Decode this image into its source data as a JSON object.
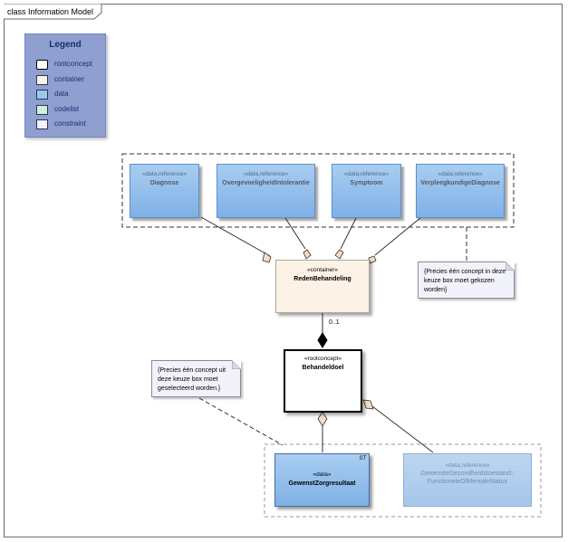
{
  "frame": {
    "title": "class Information Model"
  },
  "legend": {
    "title": "Legend",
    "items": [
      {
        "label": "rootconcept",
        "color": "#ffffff",
        "border": "#000000"
      },
      {
        "label": "container",
        "color": "#fdf2e6",
        "border": "#2c3552"
      },
      {
        "label": "data",
        "color": "#9cc6f0",
        "border": "#2c3552"
      },
      {
        "label": "codelist",
        "color": "#cfeedd",
        "border": "#2c3552"
      },
      {
        "label": "constraint",
        "color": "#f2f2fb",
        "border": "#2c3552"
      }
    ]
  },
  "classes": {
    "diagnose": {
      "stereotype": "«data,reference»",
      "name": "Diagnose"
    },
    "overgevoeligheid": {
      "stereotype": "«data,reference»",
      "name": "OvergevoeligheidIntolerantie"
    },
    "symptoom": {
      "stereotype": "«data,reference»",
      "name": "Symptoom"
    },
    "verpleegkundige": {
      "stereotype": "«data,reference»",
      "name": "VerpleegkundigeDiagnose"
    },
    "reden": {
      "stereotype": "«container»",
      "name": "RedenBehandeling"
    },
    "behandeldoel": {
      "stereotype": "«rootconcept»",
      "name": "Behandeldoel"
    },
    "gewenst": {
      "stereotype": "«data»",
      "name": "GewenstZorgresultaat",
      "tag": "ST"
    },
    "functionele": {
      "stereotype": "«data,reference»",
      "name_line1": "GewensteGezondheidstoestand::",
      "name_line2": "FunctioneleOfMentaleStatus"
    }
  },
  "notes": {
    "right": {
      "line1": "{Precies één concept in deze",
      "line2": "keuze box moet gekozen",
      "line3": "worden}"
    },
    "left": {
      "line1": "{Precies één concept uit",
      "line2": "deze keuze box moet",
      "line3": "geselecteerd worden.}"
    }
  },
  "multiplicity": {
    "reden_to_behandeldoel": "0..1"
  }
}
